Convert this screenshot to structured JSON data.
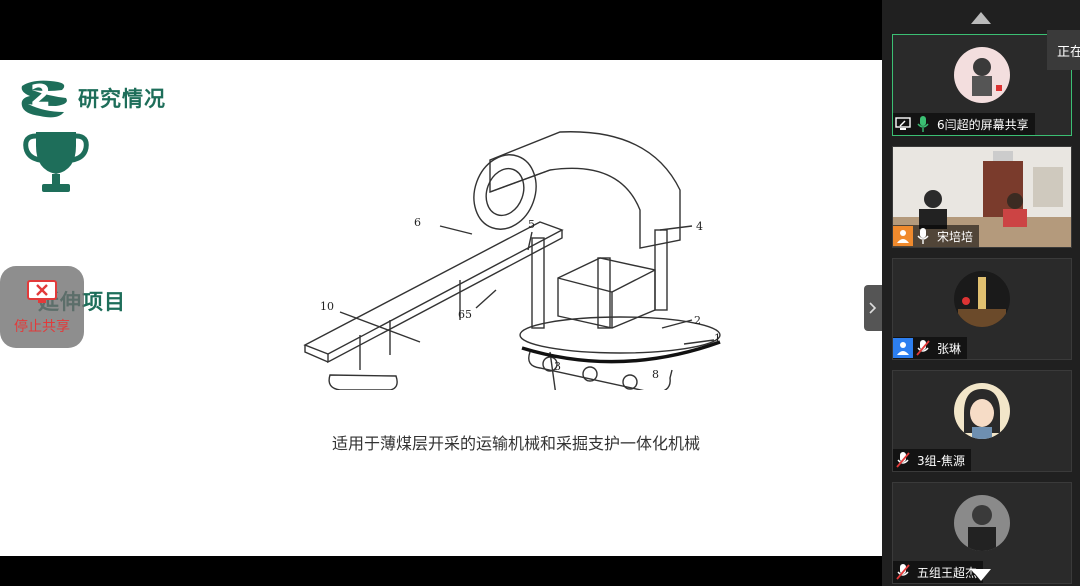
{
  "slide": {
    "section_number": "2",
    "section_title": "研究情况",
    "extension_title": "延伸项目",
    "caption": "适用于薄煤层开采的运输机械和采掘支护一体化机械",
    "figure_labels": [
      "6",
      "5",
      "4",
      "65",
      "10",
      "2",
      "1",
      "3",
      "8"
    ]
  },
  "stop_share": {
    "label": "停止共享",
    "icon": "screen-share-stop-icon"
  },
  "status_pill": {
    "text": "正在"
  },
  "participants": [
    {
      "name": "6闫超的屏幕共享",
      "state": "screen-sharing",
      "active": true
    },
    {
      "name": "宋培培",
      "state": "video",
      "active": false
    },
    {
      "name": "张琳",
      "state": "muted",
      "active": false
    },
    {
      "name": "3组-焦源",
      "state": "muted",
      "active": false
    },
    {
      "name": "五组王超杰",
      "state": "muted",
      "active": false
    }
  ],
  "colors": {
    "accent_green": "#1e6e5a",
    "panel_bg": "#202020",
    "active_border": "#3bbf73",
    "stop_red": "#e23a3a"
  }
}
